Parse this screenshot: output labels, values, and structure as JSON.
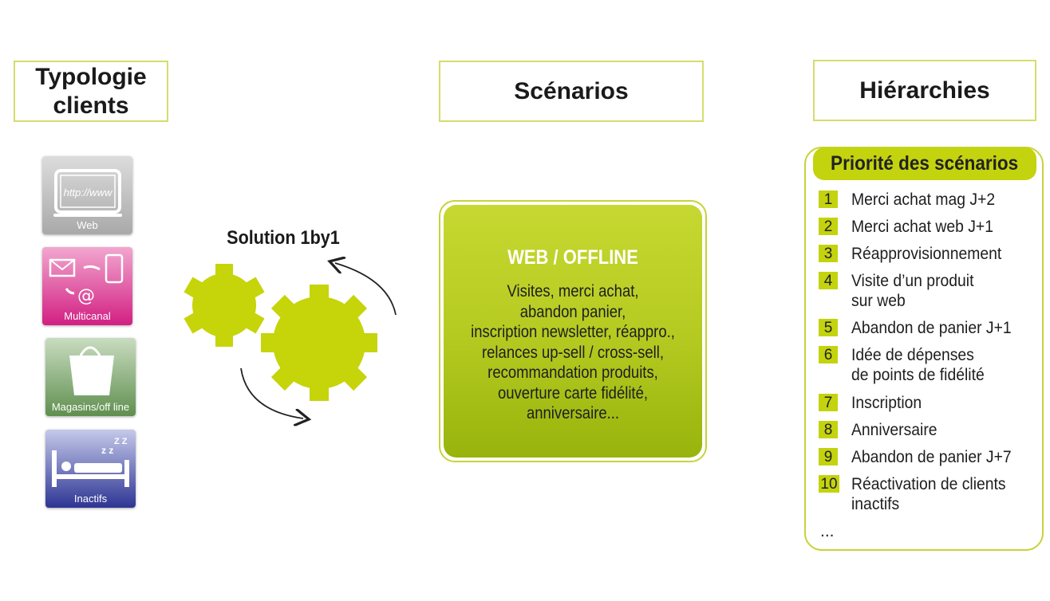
{
  "headers": {
    "typologie": "Typologie clients",
    "scenarios": "Scénarios",
    "hierarchies": "Hiérarchies"
  },
  "client_types": [
    {
      "label": "Web",
      "icon": "web-browser-icon",
      "color": "#a9a9a9"
    },
    {
      "label": "Multicanal",
      "icon": "multichannel-icon",
      "color": "#d21f82"
    },
    {
      "label": "Magasins/off line",
      "icon": "shopping-bag-icon",
      "color": "#5f8f4f"
    },
    {
      "label": "Inactifs",
      "icon": "sleeping-bed-icon",
      "color": "#2d3593"
    }
  ],
  "solution": {
    "label": "Solution 1by1",
    "gear_color": "#c6d40a"
  },
  "web_offline": {
    "title": "WEB / OFFLINE",
    "lines": [
      "Visites, merci achat,",
      "abandon panier,",
      "inscription newsletter, réappro.,",
      "relances up-sell / cross-sell,",
      "recommandation produits,",
      "ouverture carte fidélité,",
      "anniversaire..."
    ]
  },
  "priority": {
    "title": "Priorité des scénarios",
    "items": [
      {
        "num": "1",
        "text": "Merci achat mag J+2"
      },
      {
        "num": "2",
        "text": "Merci achat web J+1"
      },
      {
        "num": "3",
        "text": "Réapprovisionnement"
      },
      {
        "num": "4",
        "text": "Visite d’un produit\nsur web"
      },
      {
        "num": "5",
        "text": "Abandon de panier J+1"
      },
      {
        "num": "6",
        "text": "Idée de dépenses\nde points de fidélité"
      },
      {
        "num": "7",
        "text": "Inscription"
      },
      {
        "num": "8",
        "text": "Anniversaire"
      },
      {
        "num": "9",
        "text": "Abandon de panier J+7"
      },
      {
        "num": "10",
        "text": "Réactivation de clients\ninactifs"
      }
    ],
    "ellipsis": "..."
  },
  "colors": {
    "accent": "#c3d30e",
    "border": "#d4dd6c"
  }
}
